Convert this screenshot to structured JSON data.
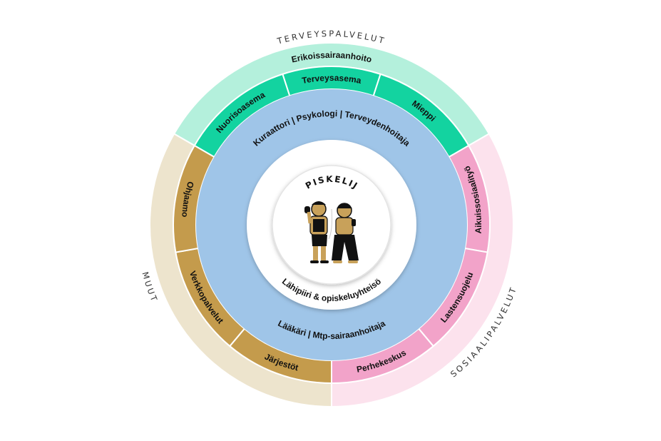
{
  "center": {
    "title": "OPISKELIJA",
    "inner_ring_label": "Lähipiiri & opiskeluyhteisö"
  },
  "school_ring": {
    "top_label": "Kuraattori  |  Psykologi  |  Terveydenhoitaja",
    "bottom_label": "Lääkäri | Mtp-sairaanhoitaja",
    "color": "#9fc5e8"
  },
  "categories": [
    {
      "name": "TERVEYSPALVELUT",
      "outer_label": "Erikoissairaanhoito",
      "outer_color": "#b4f0dc",
      "inner_color": "#13d3a0",
      "services": [
        "Nuorisoasema",
        "Terveysasema",
        "Mieppi"
      ]
    },
    {
      "name": "SOSIAALIPALVELUT",
      "outer_label": "",
      "outer_color": "#fce2ed",
      "inner_color": "#f2a3c9",
      "services": [
        "Aikuissosiaalityö",
        "Lastensuojelu",
        "Perhekeskus"
      ]
    },
    {
      "name": "MUUT",
      "outer_label": "",
      "outer_color": "#ede4cd",
      "inner_color": "#c49b4c",
      "services": [
        "Järjestöt",
        "Verkkopalvelut",
        "Ohjaamo"
      ]
    }
  ]
}
